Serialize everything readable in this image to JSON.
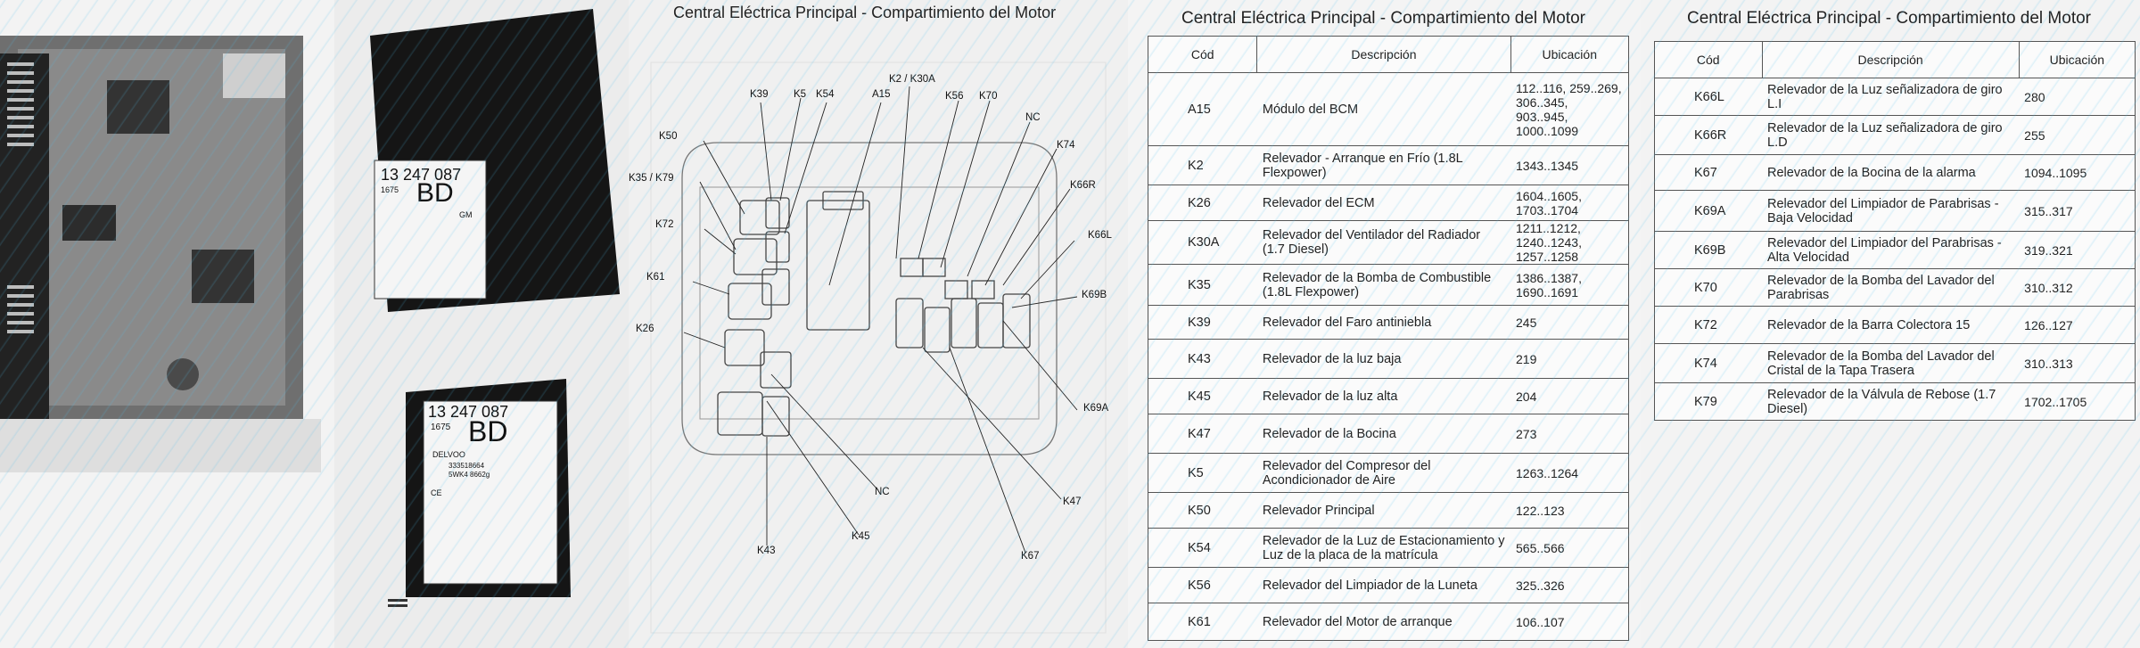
{
  "photos": {
    "module_part_number": "13 247 087",
    "module_code": "BD",
    "module_small_number": "1675",
    "module_brand": "GM",
    "label_brand": "DELVOO",
    "label_line1": "13 247 087",
    "label_line2": "1675",
    "label_line3": "BD",
    "label_serial1": "333518664",
    "label_serial2": "5WK4 8662g",
    "label_ce": "CE"
  },
  "diagram": {
    "title": "Central Eléctrica Principal - Compartimiento del Motor",
    "labels": [
      "K39",
      "K5",
      "K54",
      "A15",
      "K2 / K30A",
      "K56",
      "K70",
      "NC",
      "K50",
      "K74",
      "K66R",
      "K35 / K79",
      "K72",
      "K66L",
      "K61",
      "K69B",
      "K26",
      "K69A",
      "NC",
      "K45",
      "K47",
      "K43",
      "K67"
    ]
  },
  "table1": {
    "title": "Central Eléctrica Principal - Compartimiento del Motor",
    "headers": {
      "code": "Cód",
      "desc": "Descripción",
      "loc": "Ubicación"
    },
    "rows": [
      {
        "code": "A15",
        "desc": "Módulo del BCM",
        "loc": "112..116, 259..269, 306..345, 903..945, 1000..1099"
      },
      {
        "code": "K2",
        "desc": "Relevador - Arranque en Frío (1.8L Flexpower)",
        "loc": "1343..1345"
      },
      {
        "code": "K26",
        "desc": "Relevador del ECM",
        "loc": "1604..1605, 1703..1704"
      },
      {
        "code": "K30A",
        "desc": "Relevador del Ventilador del Radiador (1.7 Diesel)",
        "loc": "1211..1212, 1240..1243, 1257..1258"
      },
      {
        "code": "K35",
        "desc": "Relevador de la Bomba de Combustible (1.8L Flexpower)",
        "loc": "1386..1387, 1690..1691"
      },
      {
        "code": "K39",
        "desc": "Relevador del Faro antiniebla",
        "loc": "245"
      },
      {
        "code": "K43",
        "desc": "Relevador de la luz baja",
        "loc": "219"
      },
      {
        "code": "K45",
        "desc": "Relevador de la luz alta",
        "loc": "204"
      },
      {
        "code": "K47",
        "desc": "Relevador de la Bocina",
        "loc": "273"
      },
      {
        "code": "K5",
        "desc": "Relevador del Compresor del Acondicionador de Aire",
        "loc": "1263..1264"
      },
      {
        "code": "K50",
        "desc": "Relevador Principal",
        "loc": "122..123"
      },
      {
        "code": "K54",
        "desc": "Relevador de la Luz de Estacionamiento y Luz de la placa de la matrícula",
        "loc": "565..566"
      },
      {
        "code": "K56",
        "desc": "Relevador del Limpiador de la Luneta",
        "loc": "325..326"
      },
      {
        "code": "K61",
        "desc": "Relevador del Motor de arranque",
        "loc": "106..107"
      }
    ]
  },
  "table2": {
    "title": "Central Eléctrica Principal - Compartimiento del Motor",
    "headers": {
      "code": "Cód",
      "desc": "Descripción",
      "loc": "Ubicación"
    },
    "rows": [
      {
        "code": "K66L",
        "desc": "Relevador de la Luz señalizadora de giro L.I",
        "loc": "280"
      },
      {
        "code": "K66R",
        "desc": "Relevador de la Luz señalizadora de giro L.D",
        "loc": "255"
      },
      {
        "code": "K67",
        "desc": "Relevador de la Bocina de la alarma",
        "loc": "1094..1095"
      },
      {
        "code": "K69A",
        "desc": "Relevador del Limpiador de Parabrisas - Baja Velocidad",
        "loc": "315..317"
      },
      {
        "code": "K69B",
        "desc": "Relevador del Limpiador del Parabrisas - Alta Velocidad",
        "loc": "319..321"
      },
      {
        "code": "K70",
        "desc": "Relevador de la Bomba del Lavador del Parabrisas",
        "loc": "310..312"
      },
      {
        "code": "K72",
        "desc": "Relevador de la Barra Colectora 15",
        "loc": "126..127"
      },
      {
        "code": "K74",
        "desc": "Relevador de la Bomba del Lavador del Cristal de la Tapa Trasera",
        "loc": "310..313"
      },
      {
        "code": "K79",
        "desc": "Relevador de la Válvula de Rebose (1.7 Diesel)",
        "loc": "1702..1705"
      }
    ]
  }
}
